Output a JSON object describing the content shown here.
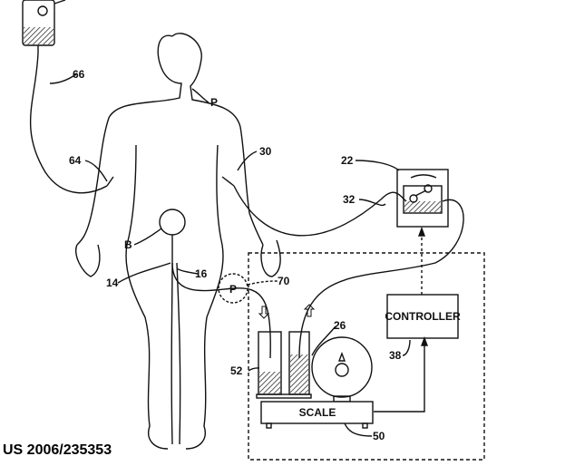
{
  "footer": {
    "patent_number": "US 2006/235353"
  },
  "labels": {
    "iv_line": "66",
    "patient": "P",
    "iv_site": "64",
    "return_site": "30",
    "pump": "22",
    "return_line": "32",
    "bladder": "B",
    "catheter": "14",
    "urine_line": "16",
    "pump_optional": "70",
    "pump_optional_letter": "P",
    "hydration_container": "26",
    "urine_container": "52",
    "controller_ref": "38",
    "scale_ref": "50"
  },
  "boxes": {
    "controller": "CONTROLLER",
    "scale": "SCALE"
  }
}
